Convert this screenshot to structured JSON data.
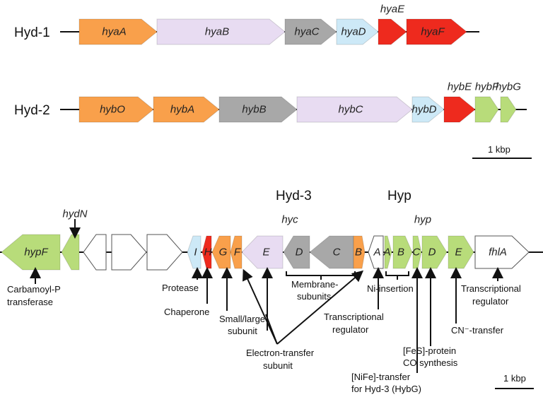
{
  "colors": {
    "orange": "#f9a04b",
    "lavender": "#e8dcf2",
    "gray": "#a8a8a8",
    "lightblue": "#cde9f7",
    "red": "#ee2a1e",
    "green": "#b8dc7a",
    "white": "#ffffff",
    "outline": "#777777"
  },
  "hyd1": {
    "label": "Hyd-1",
    "genes": [
      {
        "name": "hyaA",
        "color": "orange"
      },
      {
        "name": "hyaB",
        "color": "lavender"
      },
      {
        "name": "hyaC",
        "color": "gray"
      },
      {
        "name": "hyaD",
        "color": "lightblue"
      },
      {
        "name": "hyaE",
        "color": "red"
      },
      {
        "name": "hyaF",
        "color": "red"
      }
    ]
  },
  "hyd2": {
    "label": "Hyd-2",
    "genes": [
      {
        "name": "hybO",
        "color": "orange"
      },
      {
        "name": "hybA",
        "color": "orange"
      },
      {
        "name": "hybB",
        "color": "gray"
      },
      {
        "name": "hybC",
        "color": "lavender"
      },
      {
        "name": "hybD",
        "color": "lightblue"
      },
      {
        "name": "hybE",
        "color": "red"
      },
      {
        "name": "hybF",
        "color": "green"
      },
      {
        "name": "hybG",
        "color": "green"
      }
    ]
  },
  "scale_top": "1 kbp",
  "operon3": {
    "hyd3_label": "Hyd-3",
    "hyc_label": "hyc",
    "hyp_header": "Hyp",
    "hyp_label": "hyp",
    "genes": [
      {
        "name": "hypF",
        "color": "green"
      },
      {
        "name": "",
        "color": "green"
      },
      {
        "name": "",
        "color": "white"
      },
      {
        "name": "",
        "color": "white"
      },
      {
        "name": "",
        "color": "white"
      },
      {
        "name": "I",
        "color": "lightblue"
      },
      {
        "name": "H",
        "color": "red"
      },
      {
        "name": "G",
        "color": "orange"
      },
      {
        "name": "F",
        "color": "orange"
      },
      {
        "name": "E",
        "color": "lavender"
      },
      {
        "name": "D",
        "color": "gray"
      },
      {
        "name": "C",
        "color": "gray"
      },
      {
        "name": "B",
        "color": "orange"
      },
      {
        "name": "A",
        "color": "white"
      },
      {
        "name": "A",
        "color": "green"
      },
      {
        "name": "B",
        "color": "green"
      },
      {
        "name": "C",
        "color": "green"
      },
      {
        "name": "D",
        "color": "green"
      },
      {
        "name": "E",
        "color": "green"
      },
      {
        "name": "fhlA",
        "color": "white"
      }
    ]
  },
  "annotations": {
    "hydN": "hydN",
    "carbamoyl": [
      "Carbamoyl-P",
      "transferase"
    ],
    "protease": "Protease",
    "chaperone": "Chaperone",
    "small_large": [
      "Small/large",
      "subunit"
    ],
    "electron": [
      "Electron-transfer",
      "subunit"
    ],
    "membrane": [
      "Membrane-",
      "subunits"
    ],
    "trans_reg1": [
      "Transcriptional",
      "regulator"
    ],
    "ni": "Ni-insertion",
    "nife": [
      "[NiFe]-transfer",
      "for Hyd-3 (HybG)"
    ],
    "fes": [
      "[FeS]-protein",
      "CO synthesis"
    ],
    "cn": "CN⁻-transfer",
    "trans_reg2": [
      "Transcriptional",
      "regulator"
    ]
  },
  "scale_bottom": "1 kbp"
}
